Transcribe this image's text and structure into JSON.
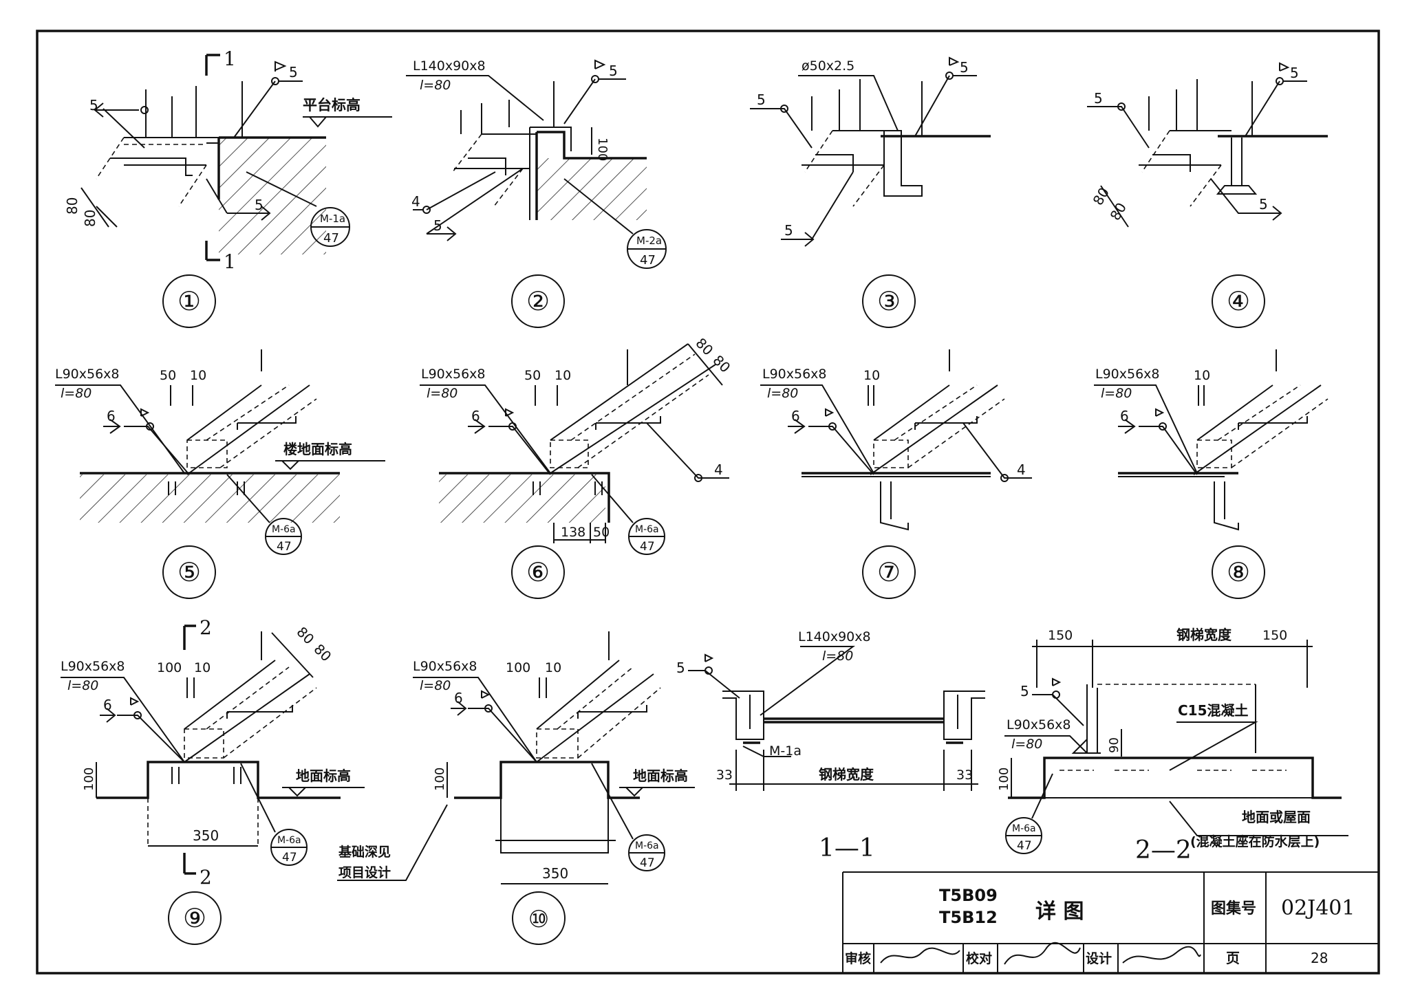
{
  "details": [
    {
      "num": "①",
      "labels": {
        "weld_left": "5",
        "weld_right": "5",
        "weld_bottom": "5",
        "elev": "平台标高",
        "dim_a": "80",
        "dim_b": "80",
        "ref_top": "M-1a",
        "ref_bot": "47",
        "sec_top": "1",
        "sec_bot": "1"
      }
    },
    {
      "num": "②",
      "labels": {
        "angle": "L140x90x8",
        "len": "l=80",
        "weld_right": "5",
        "dim": "100",
        "weld_a": "4",
        "weld_b": "5",
        "ref_top": "M-2a",
        "ref_bot": "47"
      }
    },
    {
      "num": "③",
      "labels": {
        "pipe": "ø50x2.5",
        "weld_right": "5",
        "weld_left": "5",
        "weld_bottom": "5"
      }
    },
    {
      "num": "④",
      "labels": {
        "weld_left": "5",
        "weld_right": "5",
        "weld_bottom": "5",
        "dim_a": "80",
        "dim_b": "80"
      }
    },
    {
      "num": "⑤",
      "labels": {
        "angle": "L90x56x8",
        "len": "l=80",
        "d1": "50",
        "d2": "10",
        "weld": "6",
        "elev": "楼地面标高",
        "ref_top": "M-6a",
        "ref_bot": "47"
      }
    },
    {
      "num": "⑥",
      "labels": {
        "angle": "L90x56x8",
        "len": "l=80",
        "d1": "50",
        "d2": "10",
        "dim_a": "80",
        "dim_b": "80",
        "weld": "6",
        "weld_r": "4",
        "d3": "138",
        "d4": "50",
        "ref_top": "M-6a",
        "ref_bot": "47"
      }
    },
    {
      "num": "⑦",
      "labels": {
        "angle": "L90x56x8",
        "len": "l=80",
        "d2": "10",
        "weld": "6",
        "weld_r": "4"
      }
    },
    {
      "num": "⑧",
      "labels": {
        "angle": "L90x56x8",
        "len": "l=80",
        "d2": "10",
        "weld": "6"
      }
    },
    {
      "num": "⑨",
      "labels": {
        "angle": "L90x56x8",
        "len": "l=80",
        "d1": "100",
        "d2": "10",
        "dim_a": "80",
        "dim_b": "80",
        "weld": "6",
        "elev": "地面标高",
        "h": "100",
        "w": "350",
        "ref_top": "M-6a",
        "ref_bot": "47",
        "sec_top": "2",
        "sec_bot": "2"
      }
    },
    {
      "num": "⑩",
      "labels": {
        "angle": "L90x56x8",
        "len": "l=80",
        "d1": "100",
        "d2": "10",
        "weld": "6",
        "elev": "地面标高",
        "h": "100",
        "w": "350",
        "found": "基础深见",
        "found2": "项目设计",
        "ref_top": "M-6a",
        "ref_bot": "47"
      }
    }
  ],
  "section_1_1": {
    "title": "1—1",
    "angle": "L140x90x8",
    "len": "l=80",
    "weld": "5",
    "plate": "M-1a",
    "width": "钢梯宽度",
    "d_left": "33",
    "d_right": "33"
  },
  "section_2_2": {
    "title": "2—2",
    "d_left": "150",
    "width": "钢梯宽度",
    "d_right": "150",
    "weld": "5",
    "concrete": "C15混凝土",
    "angle": "L90x56x8",
    "len": "l=80",
    "d90": "90",
    "h": "100",
    "ref_top": "M-6a",
    "ref_bot": "47",
    "floor": "地面或屋面",
    "note": "(混凝土座在防水层上)"
  },
  "title_block": {
    "codes_1": "T5B09",
    "codes_2": "T5B12",
    "title": "详  图",
    "atlas_label": "图集号",
    "atlas_no": "02J401",
    "review": "审核",
    "check": "校对",
    "design": "设计",
    "page_label": "页",
    "page_no": "28"
  }
}
